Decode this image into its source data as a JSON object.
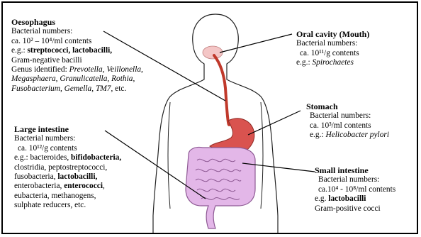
{
  "oesophagus": {
    "title": "Oesophagus",
    "numbers_label": "Bacterial numbers:",
    "count": "ca. 10² – 10⁴/ml contents",
    "eg_prefix": "e.g.: ",
    "eg_bold": "streptococci, lactobacilli,",
    "eg_line2": "Gram-negative bacilli",
    "genus_prefix": "Genus identified: ",
    "genus_line1": "Prevotella, Veillonella,",
    "genus_line2": "Megasphaera, Granulicatella, Rothia,",
    "genus_line3_italic": "Fusobacterium, Gemella, TM7",
    "genus_line3_end": ", etc."
  },
  "oral_cavity": {
    "title": "Oral cavity (Mouth)",
    "numbers_label": "Bacterial numbers:",
    "count": "ca. 10¹¹/g contents",
    "eg_prefix": "e.g.: ",
    "eg_italic": "Spirochaetes"
  },
  "stomach": {
    "title": "Stomach",
    "numbers_label": "Bacterial numbers:",
    "count": "ca. 10³/ml contents",
    "eg_prefix": "e.g.: ",
    "eg_italic": "Helicobacter pylori"
  },
  "large_intestine": {
    "title": "Large intestine",
    "numbers_label": "Bacterial numbers:",
    "count": "ca. 10¹²/g contents",
    "eg_prefix": "e.g.: bacteroides, ",
    "eg_bold": "bifidobacteria,",
    "line2": "clostridia, peptostreptococci,",
    "line3_prefix": "fusobacteria, ",
    "line3_bold": "lactobacilli,",
    "line4_prefix": "enterobacteria, ",
    "line4_bold": "enterococci",
    "line4_end": ",",
    "line5": "eubacteria, methanogens,",
    "line6": "sulphate reducers, etc."
  },
  "small_intestine": {
    "title": "Small intestine",
    "numbers_label": "Bacterial numbers:",
    "count": "ca.10⁴ - 10⁸/ml contents",
    "eg_prefix": "e.g. ",
    "eg_bold": "lactobacilli",
    "line2": "Gram-positive cocci"
  },
  "colors": {
    "body_outline": "#222222",
    "oesophagus_tube": "#c0392b",
    "stomach": "#d9534f",
    "intestine": "#e3b7e8",
    "mouth": "#f4c6c6"
  }
}
